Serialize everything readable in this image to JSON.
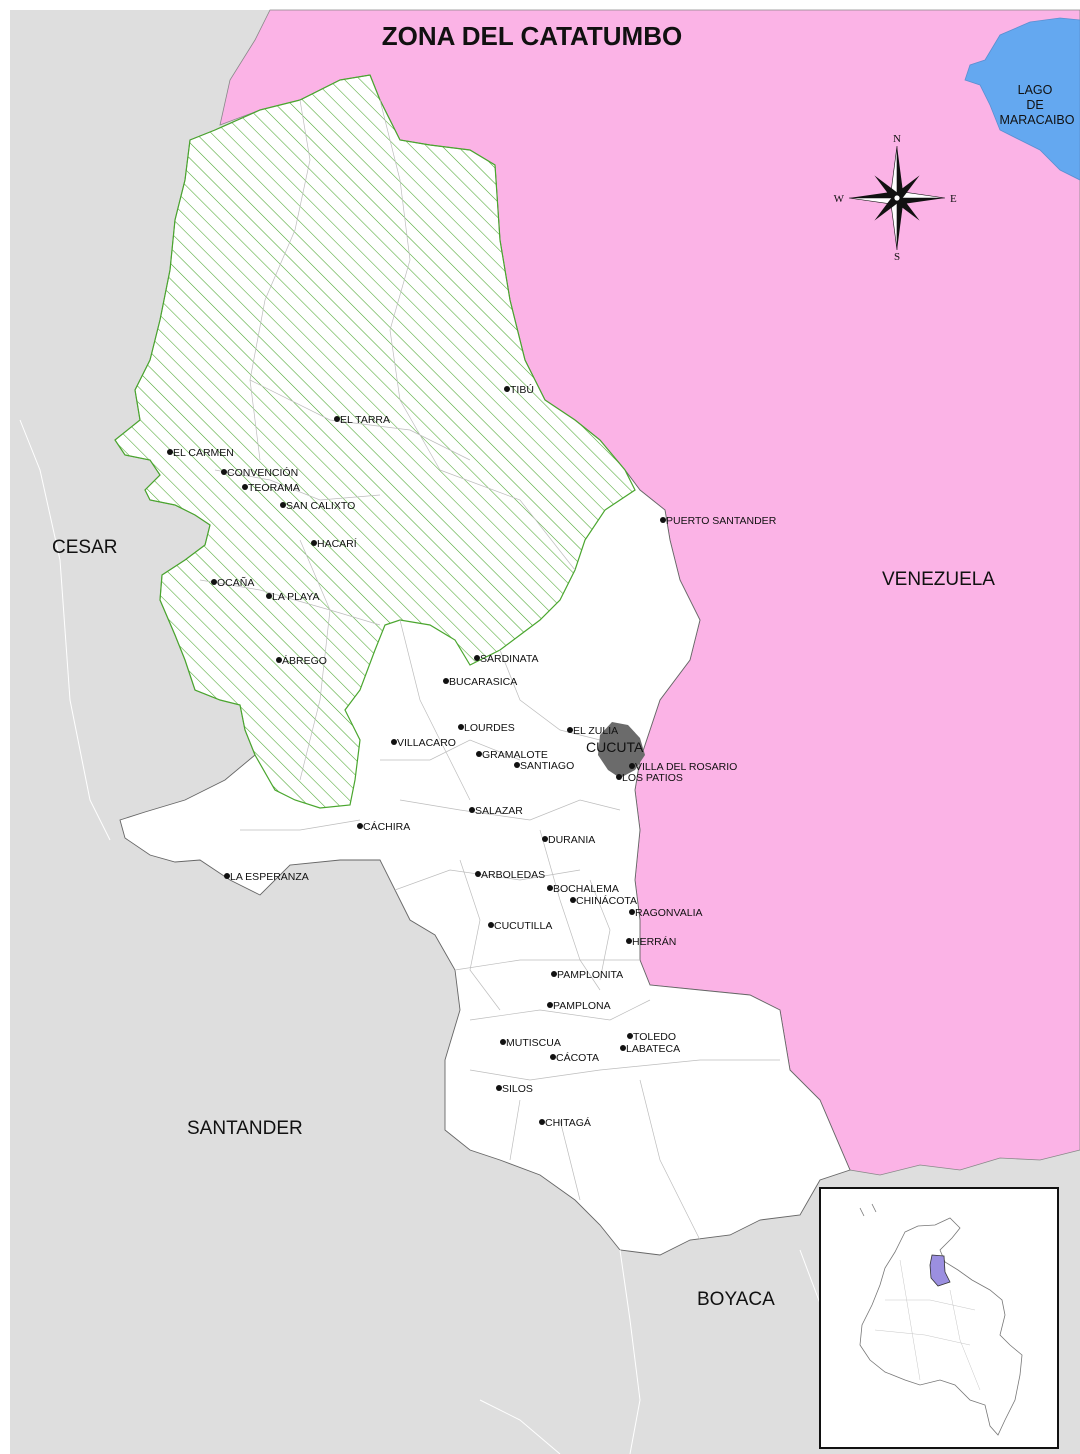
{
  "title": "ZONA DEL CATATUMBO",
  "colors": {
    "venezuela": "#fbb3e6",
    "lake": "#64a8f0",
    "neighbors": "#dedede",
    "department": "#ffffff",
    "catatumbo_hatch": "#4aa62e",
    "cucuta_urban": "#6b6b6b",
    "inset_highlight": "#9b8fe0"
  },
  "regions": {
    "cesar": "CESAR",
    "venezuela": "VENEZUELA",
    "santander": "SANTANDER",
    "boyaca": "BOYACA",
    "lago_line1": "LAGO",
    "lago_line2": "DE",
    "lago_line3": "MARACAIBO",
    "cucuta_city": "CUCUTA"
  },
  "compass": {
    "n": "N",
    "s": "S",
    "e": "E",
    "w": "W"
  },
  "towns": [
    {
      "id": "tibu",
      "name": "TIBÚ"
    },
    {
      "id": "el-tarra",
      "name": "EL TARRA"
    },
    {
      "id": "el-carmen",
      "name": "EL CARMEN"
    },
    {
      "id": "convencion",
      "name": "CONVENCIÓN"
    },
    {
      "id": "teorama",
      "name": "TEORAMA"
    },
    {
      "id": "san-calixto",
      "name": "SAN CALIXTO"
    },
    {
      "id": "hacari",
      "name": "HACARÍ"
    },
    {
      "id": "ocana",
      "name": "OCAÑA"
    },
    {
      "id": "la-playa",
      "name": "LA PLAYA"
    },
    {
      "id": "abrego",
      "name": "ÁBREGO"
    },
    {
      "id": "puerto-santander",
      "name": "PUERTO SANTANDER"
    },
    {
      "id": "sardinata",
      "name": "SARDINATA"
    },
    {
      "id": "bucarasica",
      "name": "BUCARASICA"
    },
    {
      "id": "lourdes",
      "name": "LOURDES"
    },
    {
      "id": "el-zulia",
      "name": "EL ZULIA"
    },
    {
      "id": "villacaro",
      "name": "VILLACARO"
    },
    {
      "id": "gramalote",
      "name": "GRAMALOTE"
    },
    {
      "id": "santiago",
      "name": "SANTIAGO"
    },
    {
      "id": "villa-del-rosario",
      "name": "VILLA DEL ROSARIO"
    },
    {
      "id": "los-patios",
      "name": "LOS PATIOS"
    },
    {
      "id": "salazar",
      "name": "SALAZAR"
    },
    {
      "id": "cachira",
      "name": "CÁCHIRA"
    },
    {
      "id": "durania",
      "name": "DURANIA"
    },
    {
      "id": "la-esperanza",
      "name": "LA ESPERANZA"
    },
    {
      "id": "arboledas",
      "name": "ARBOLEDAS"
    },
    {
      "id": "bochalema",
      "name": "BOCHALEMA"
    },
    {
      "id": "chinacota",
      "name": "CHINÁCOTA"
    },
    {
      "id": "ragonvalia",
      "name": "RAGONVALIA"
    },
    {
      "id": "cucutilla",
      "name": "CUCUTILLA"
    },
    {
      "id": "herran",
      "name": "HERRÁN"
    },
    {
      "id": "pamplonita",
      "name": "PAMPLONITA"
    },
    {
      "id": "pamplona",
      "name": "PAMPLONA"
    },
    {
      "id": "toledo",
      "name": "TOLEDO"
    },
    {
      "id": "labateca",
      "name": "LABATECA"
    },
    {
      "id": "mutiscua",
      "name": "MUTISCUA"
    },
    {
      "id": "cacota",
      "name": "CÁCOTA"
    },
    {
      "id": "silos",
      "name": "SILOS"
    },
    {
      "id": "chitaga",
      "name": "CHITAGÁ"
    }
  ]
}
